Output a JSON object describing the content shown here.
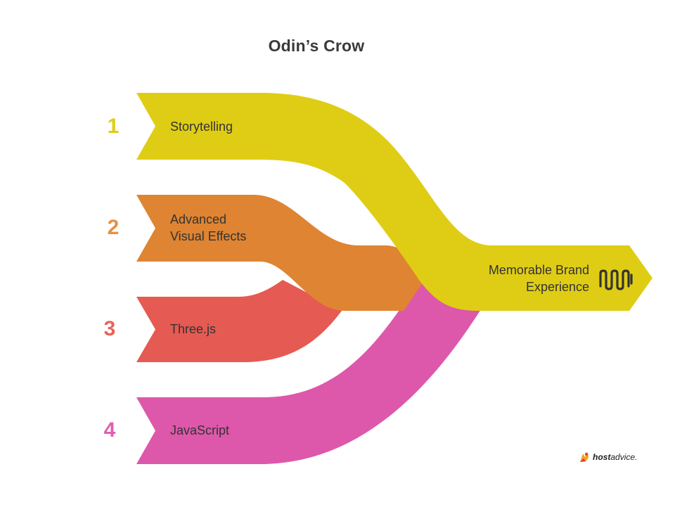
{
  "title": "Odin’s Crow",
  "inputs": [
    {
      "number": "1",
      "label_lines": [
        "Storytelling"
      ],
      "color": "#dfcd15",
      "number_color": "#dfcd15"
    },
    {
      "number": "2",
      "label_lines": [
        "Advanced",
        "Visual Effects"
      ],
      "color": "#df8432",
      "number_color": "#e89040"
    },
    {
      "number": "3",
      "label_lines": [
        "Three.js"
      ],
      "color": "#e55a52",
      "number_color": "#e8635a"
    },
    {
      "number": "4",
      "label_lines": [
        "JavaScript"
      ],
      "color": "#dd58aa",
      "number_color": "#e060b0"
    }
  ],
  "output": {
    "label_lines": [
      "Memorable Brand",
      "Experience"
    ],
    "icon": "crowd-wave-icon",
    "color": "#dfcd15"
  },
  "logo": {
    "text_bold": "host",
    "text_regular": "advice.",
    "icon": "hostadvice-logo-icon"
  }
}
